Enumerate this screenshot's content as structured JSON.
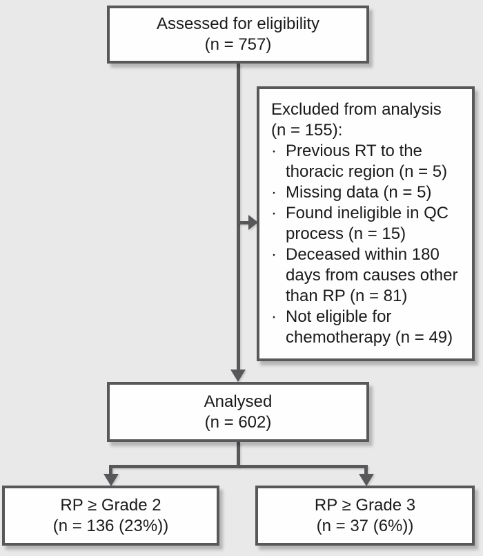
{
  "colors": {
    "background": "#e9e9e9",
    "line": "#58585a",
    "box_fill": "#fefefe",
    "text": "#1a1a1a"
  },
  "boxes": {
    "assessed": {
      "label": "Assessed for eligibility",
      "count": "(n = 757)"
    },
    "excluded": {
      "heading": "Excluded from analysis",
      "count": "(n = 155):",
      "bullet": "·",
      "items": [
        "Previous RT to the thoracic region (n = 5)",
        "Missing data (n = 5)",
        "Found ineligible in QC process (n = 15)",
        "Deceased within 180 days from causes other than RP (n = 81)",
        "Not eligible for chemotherapy (n = 49)"
      ]
    },
    "analysed": {
      "label": "Analysed",
      "count": "(n = 602)"
    },
    "grade2": {
      "label": "RP ≥ Grade 2",
      "count": "(n = 136 (23%))"
    },
    "grade3": {
      "label": "RP ≥ Grade 3",
      "count": "(n = 37 (6%))"
    }
  }
}
